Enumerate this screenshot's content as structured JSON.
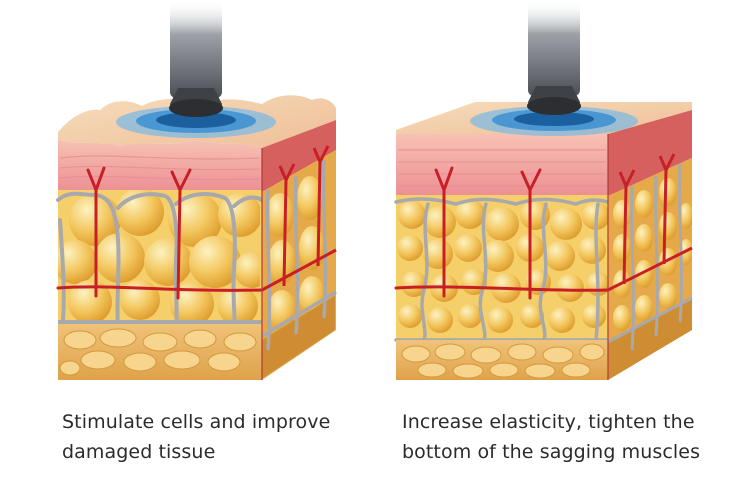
{
  "panels": [
    {
      "caption_lines": [
        "Stimulate cells and improve",
        "damaged tissue"
      ]
    },
    {
      "caption_lines": [
        "Increase elasticity, tighten the",
        "bottom of the sagging muscles"
      ]
    }
  ],
  "colors": {
    "skin_top": "#f3cfa8",
    "dermis": "#f0a0a0",
    "dermis_stripe": "#e07f85",
    "side_wall": "#c8443f",
    "septa": "#a7a7ab",
    "fat_light": "#f8dc8a",
    "fat_dark": "#e3a331",
    "vessel": "#c51d24",
    "probe": "#4a4d52",
    "wave": "#2f8fd0"
  }
}
